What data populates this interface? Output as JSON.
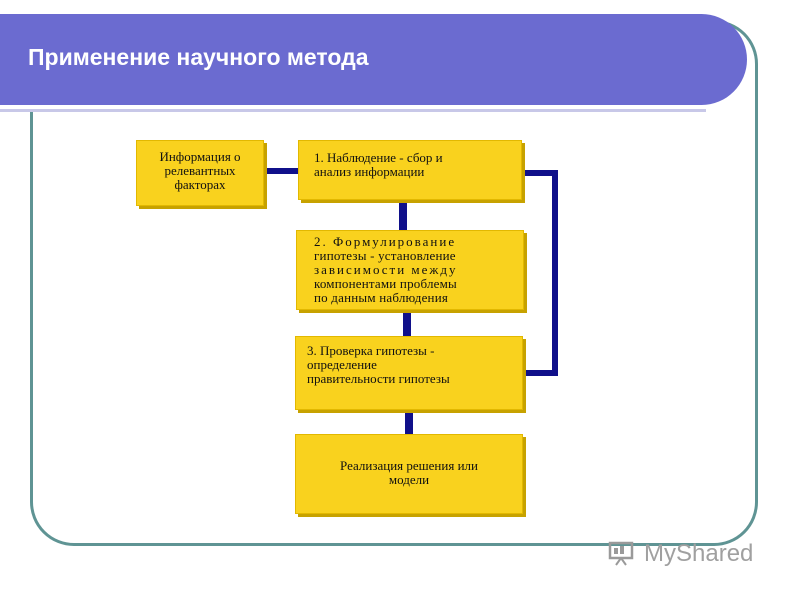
{
  "slide": {
    "title": "Применение научного метода"
  },
  "diagram": {
    "info_box": [
      "Информация о",
      "релевантных",
      "факторах"
    ],
    "step1": [
      "1. Наблюдение - сбор и",
      "анализ информации"
    ],
    "step2": [
      "2. Формулирование",
      "гипотезы - установление",
      "зависимости между",
      "компонентами проблемы",
      "по данным наблюдения"
    ],
    "step3": [
      "3. Проверка гипотезы -",
      "определение",
      "правительности гипотезы"
    ],
    "step4": [
      "Реализация решения или",
      "модели"
    ]
  },
  "watermark": {
    "text": "MyShared"
  },
  "colors": {
    "title_bar": "#6b6bd0",
    "frame": "#5f9494",
    "box_fill": "#f9d21e",
    "connector": "#10108a"
  }
}
